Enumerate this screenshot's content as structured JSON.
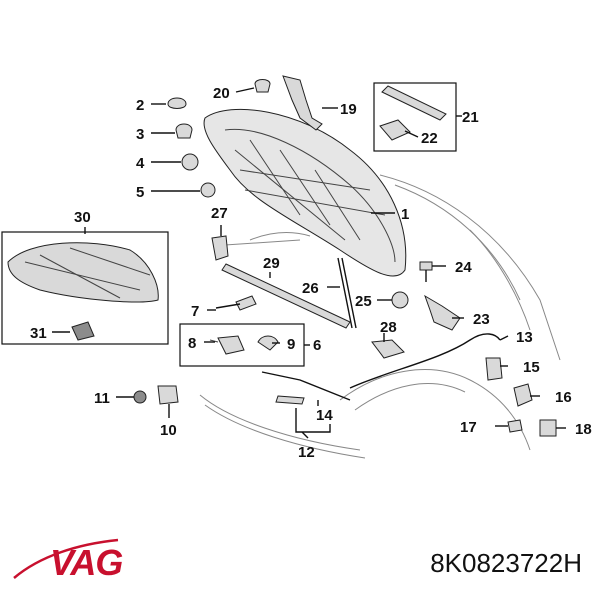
{
  "logo": {
    "text": "VAG",
    "color": "#c8102e"
  },
  "part_number": "8K0823722H",
  "callouts": {
    "c1": "1",
    "c2": "2",
    "c3": "3",
    "c4": "4",
    "c5": "5",
    "c6": "6",
    "c7": "7",
    "c8": "8",
    "c9": "9",
    "c10": "10",
    "c11": "11",
    "c12": "12",
    "c13": "13",
    "c14": "14",
    "c15": "15",
    "c16": "16",
    "c17": "17",
    "c18": "18",
    "c19": "19",
    "c20": "20",
    "c21": "21",
    "c22": "22",
    "c23": "23",
    "c24": "24",
    "c25": "25",
    "c26": "26",
    "c27": "27",
    "c28": "28",
    "c29": "29",
    "c30": "30",
    "c31": "31"
  }
}
